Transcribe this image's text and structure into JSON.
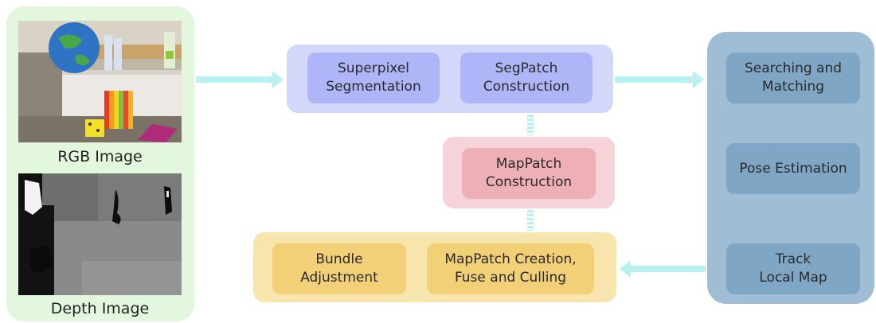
{
  "input": {
    "rgb_caption": "RGB Image",
    "depth_caption": "Depth Image"
  },
  "segpatch_group": {
    "superpixel": "Superpixel\nSegmentation",
    "segpatch": "SegPatch\nConstruction"
  },
  "mappatch_group": {
    "mappatch": "MapPatch\nConstruction"
  },
  "mapping_group": {
    "bundle": "Bundle\nAdjustment",
    "creation": "MapPatch Creation,\nFuse and Culling"
  },
  "tracking_group": {
    "search": "Searching and\nMatching",
    "pose": "Pose Estimation",
    "track": "Track\nLocal Map"
  },
  "colors": {
    "arrow": "#b9f1f1",
    "input_panel": "#e3f7df",
    "segpatch_group": "#d3d8fb",
    "mappatch_group": "#f6d3d8",
    "mapping_group": "#f8e4ad",
    "tracking_group": "#9fbed6"
  }
}
